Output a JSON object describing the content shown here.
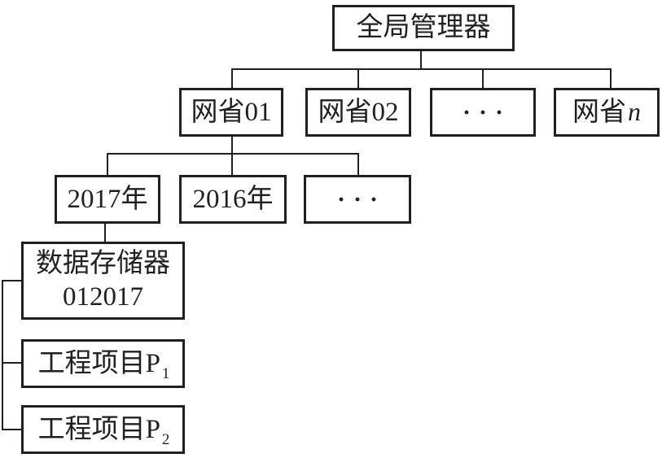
{
  "diagram": {
    "title_implicit": "分布式存储层级结构树图",
    "line_color": "#231f20",
    "background_color": "#ffffff",
    "nodes": {
      "global_manager": {
        "label": "全局管理器"
      },
      "province_01": {
        "label": "网省01"
      },
      "province_02": {
        "label": "网省02"
      },
      "province_more": {
        "label": "···"
      },
      "province_n": {
        "prefix": "网省",
        "variable": "n"
      },
      "year_2017": {
        "label": "2017年"
      },
      "year_2016": {
        "label": "2016年"
      },
      "year_more": {
        "label": "···"
      },
      "data_store": {
        "line1": "数据存储器",
        "line2": "012017"
      },
      "project_p1": {
        "prefix": "工程项目P",
        "subscript": "1"
      },
      "project_p2": {
        "prefix": "工程项目P",
        "subscript": "2"
      }
    }
  }
}
